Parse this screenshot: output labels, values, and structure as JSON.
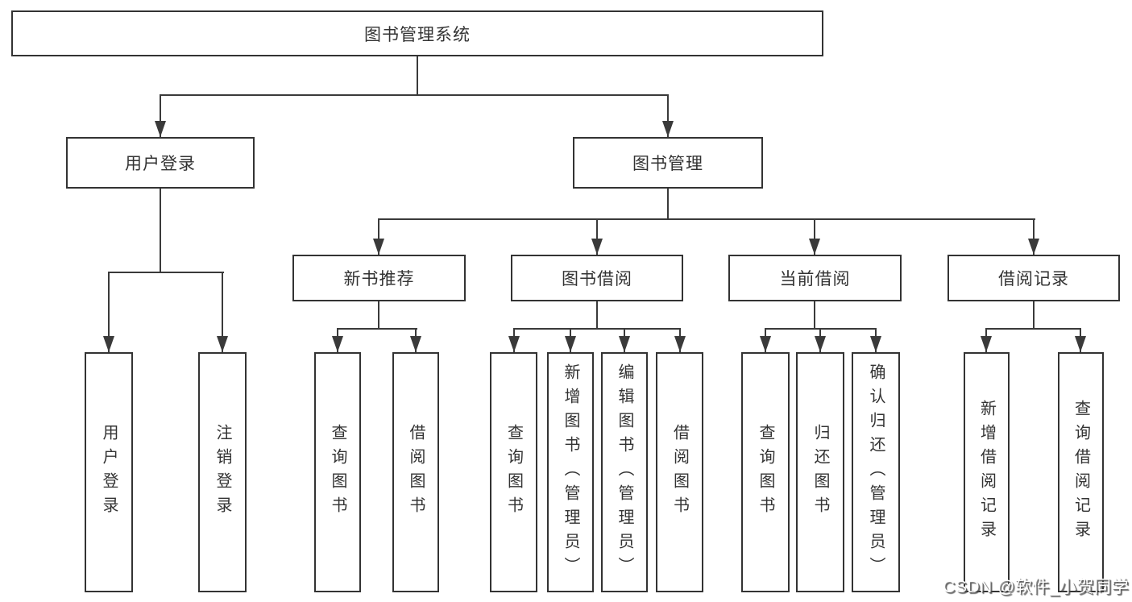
{
  "colors": {
    "background": "#ffffff",
    "line": "#3a3a3a",
    "box_border": "#333333",
    "text": "#333333",
    "watermark_text": "#ffffff",
    "watermark_shadow": "#555555"
  },
  "diagram": {
    "root": {
      "label": "图书管理系统"
    },
    "level2": [
      {
        "label": "用户登录"
      },
      {
        "label": "图书管理"
      }
    ],
    "level3": [
      {
        "label": "新书推荐"
      },
      {
        "label": "图书借阅"
      },
      {
        "label": "当前借阅"
      },
      {
        "label": "借阅记录"
      }
    ],
    "leaves": {
      "user_login": [
        {
          "label": "用户登录"
        },
        {
          "label": "注销登录"
        }
      ],
      "new_book_recommend": [
        {
          "label": "查询图书"
        },
        {
          "label": "借阅图书"
        }
      ],
      "book_borrow": [
        {
          "label": "查询图书"
        },
        {
          "label": "新增图书（管理员）"
        },
        {
          "label": "编辑图书（管理员）"
        },
        {
          "label": "借阅图书"
        }
      ],
      "current_borrow": [
        {
          "label": "查询图书"
        },
        {
          "label": "归还图书"
        },
        {
          "label": "确认归还（管理员）"
        }
      ],
      "borrow_record": [
        {
          "label": "新增借阅记录"
        },
        {
          "label": "查询借阅记录"
        }
      ]
    }
  },
  "watermark": {
    "label": "CSDN @软件_小贺同学"
  }
}
